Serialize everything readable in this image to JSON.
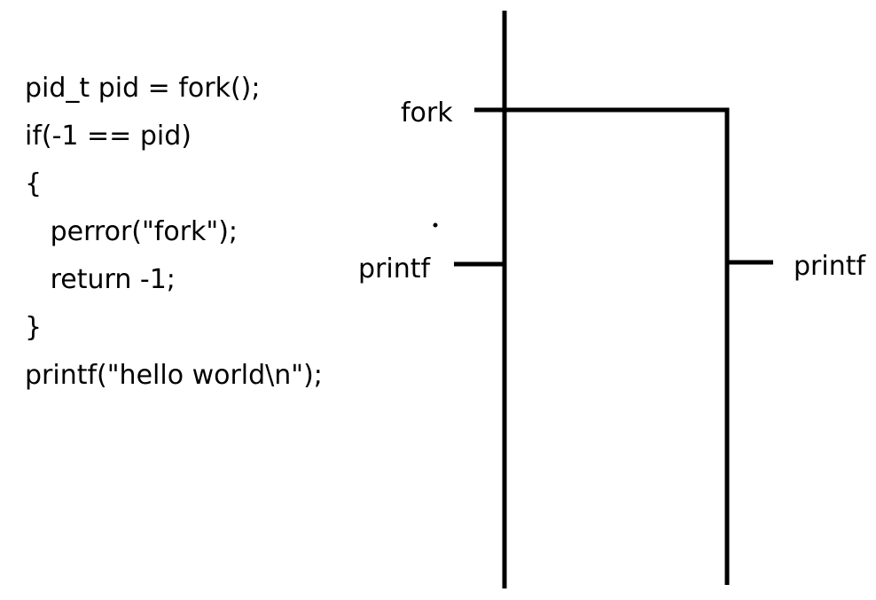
{
  "code": {
    "lines": [
      "pid_t pid = fork();",
      "if(-1 == pid)",
      "{",
      "   perror(\"fork\");",
      "   return -1;",
      "}",
      "printf(\"hello world\\n\");"
    ]
  },
  "diagram": {
    "fork_label": "fork",
    "parent_printf_label": "printf",
    "child_printf_label": "printf",
    "line_color": "#000000"
  }
}
